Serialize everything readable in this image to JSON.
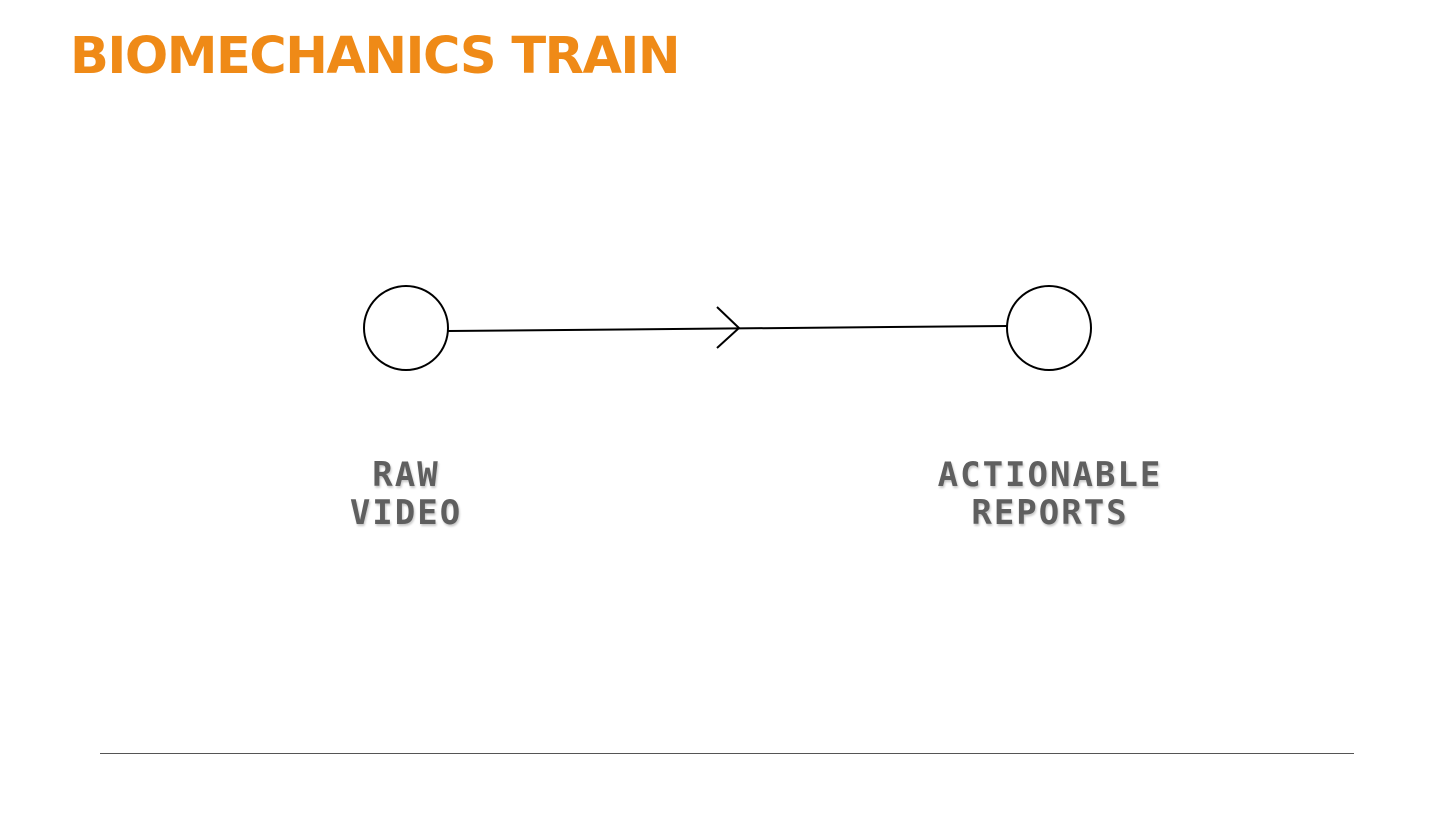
{
  "title": {
    "text": "BIOMECHANICS TRAIN",
    "color": "#ef8a17"
  },
  "diagram": {
    "stroke_color": "#000000",
    "label_color": "#5f5f5f",
    "nodes": [
      {
        "id": "source",
        "label_lines": [
          "RAW",
          "VIDEO"
        ]
      },
      {
        "id": "target",
        "label_lines": [
          "ACTIONABLE",
          "REPORTS"
        ]
      }
    ],
    "edges": [
      {
        "from": "source",
        "to": "target",
        "arrow": "midpoint"
      }
    ]
  }
}
